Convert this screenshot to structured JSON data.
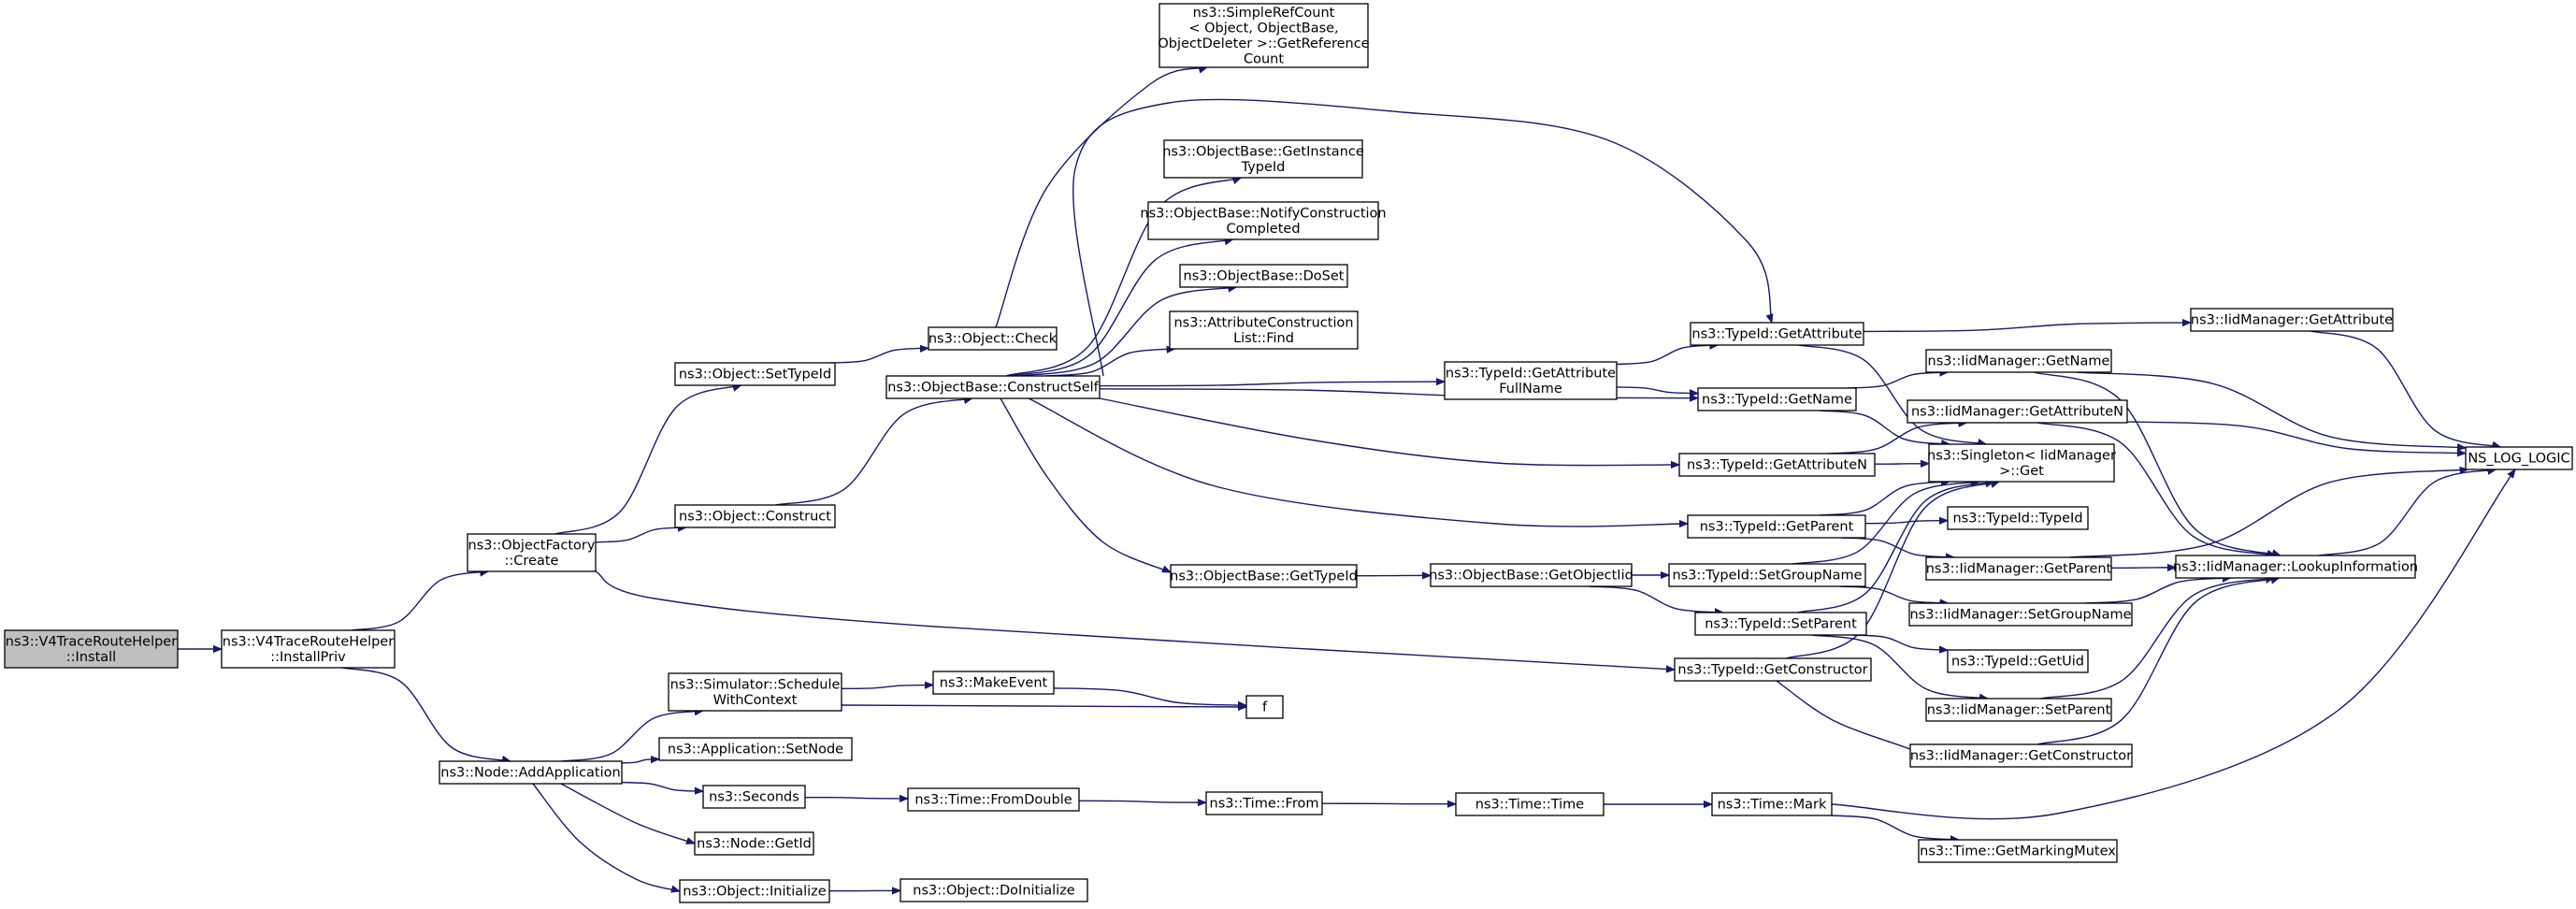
{
  "graph": {
    "colors": {
      "edge": "#191970",
      "node_border": "#000000",
      "root_fill": "#bfbfbf",
      "node_fill": "#ffffff"
    },
    "nodes": [
      {
        "id": "install",
        "lines": [
          "ns3::V4TraceRouteHelper",
          "::Install"
        ],
        "root": true
      },
      {
        "id": "installpriv",
        "lines": [
          "ns3::V4TraceRouteHelper",
          "::InstallPriv"
        ]
      },
      {
        "id": "factory_create",
        "lines": [
          "ns3::ObjectFactory",
          "::Create"
        ]
      },
      {
        "id": "addapp",
        "lines": [
          "ns3::Node::AddApplication"
        ]
      },
      {
        "id": "settypeid",
        "lines": [
          "ns3::Object::SetTypeId"
        ]
      },
      {
        "id": "obj_construct",
        "lines": [
          "ns3::Object::Construct"
        ]
      },
      {
        "id": "sched",
        "lines": [
          "ns3::Simulator::Schedule",
          "WithContext"
        ]
      },
      {
        "id": "setnode",
        "lines": [
          "ns3::Application::SetNode"
        ]
      },
      {
        "id": "seconds",
        "lines": [
          "ns3::Seconds"
        ]
      },
      {
        "id": "getid",
        "lines": [
          "ns3::Node::GetId"
        ]
      },
      {
        "id": "initialize",
        "lines": [
          "ns3::Object::Initialize"
        ]
      },
      {
        "id": "objcheck",
        "lines": [
          "ns3::Object::Check"
        ]
      },
      {
        "id": "constructself",
        "lines": [
          "ns3::ObjectBase::ConstructSelf"
        ]
      },
      {
        "id": "makeevent",
        "lines": [
          "ns3::MakeEvent"
        ]
      },
      {
        "id": "fromdouble",
        "lines": [
          "ns3::Time::FromDouble"
        ]
      },
      {
        "id": "doinitialize",
        "lines": [
          "ns3::Object::DoInitialize"
        ]
      },
      {
        "id": "simplerefcount",
        "lines": [
          "ns3::SimpleRefCount",
          "< Object, ObjectBase,",
          "ObjectDeleter >::GetReference",
          "Count"
        ]
      },
      {
        "id": "getinstancetypeid",
        "lines": [
          "ns3::ObjectBase::GetInstance",
          "TypeId"
        ]
      },
      {
        "id": "notifyconstruction",
        "lines": [
          "ns3::ObjectBase::NotifyConstruction",
          "Completed"
        ]
      },
      {
        "id": "doset",
        "lines": [
          "ns3::ObjectBase::DoSet"
        ]
      },
      {
        "id": "attrconstructionfind",
        "lines": [
          "ns3::AttributeConstruction",
          "List::Find"
        ]
      },
      {
        "id": "ob_gettypeid",
        "lines": [
          "ns3::ObjectBase::GetTypeId"
        ]
      },
      {
        "id": "getattributefullname",
        "lines": [
          "ns3::TypeId::GetAttribute",
          "FullName"
        ]
      },
      {
        "id": "getobjectiid",
        "lines": [
          "ns3::ObjectBase::GetObjectIid"
        ]
      },
      {
        "id": "f",
        "lines": [
          "f"
        ]
      },
      {
        "id": "timefrom",
        "lines": [
          "ns3::Time::From"
        ]
      },
      {
        "id": "tid_getattribute",
        "lines": [
          "ns3::TypeId::GetAttribute"
        ]
      },
      {
        "id": "tid_getname",
        "lines": [
          "ns3::TypeId::GetName"
        ]
      },
      {
        "id": "tid_getattributen",
        "lines": [
          "ns3::TypeId::GetAttributeN"
        ]
      },
      {
        "id": "tid_getparent",
        "lines": [
          "ns3::TypeId::GetParent"
        ]
      },
      {
        "id": "tid_setgroupname",
        "lines": [
          "ns3::TypeId::SetGroupName"
        ]
      },
      {
        "id": "tid_setparent",
        "lines": [
          "ns3::TypeId::SetParent"
        ]
      },
      {
        "id": "tid_getconstructor",
        "lines": [
          "ns3::TypeId::GetConstructor"
        ]
      },
      {
        "id": "timetime",
        "lines": [
          "ns3::Time::Time"
        ]
      },
      {
        "id": "singleton",
        "lines": [
          "ns3::Singleton< IidManager",
          ">::Get"
        ]
      },
      {
        "id": "iid_getname",
        "lines": [
          "ns3::IidManager::GetName"
        ]
      },
      {
        "id": "iid_getattributen",
        "lines": [
          "ns3::IidManager::GetAttributeN"
        ]
      },
      {
        "id": "tid_typeid",
        "lines": [
          "ns3::TypeId::TypeId"
        ]
      },
      {
        "id": "iid_getparent",
        "lines": [
          "ns3::IidManager::GetParent"
        ]
      },
      {
        "id": "iid_setgroupname",
        "lines": [
          "ns3::IidManager::SetGroupName"
        ]
      },
      {
        "id": "tid_getuid",
        "lines": [
          "ns3::TypeId::GetUid"
        ]
      },
      {
        "id": "iid_setparent",
        "lines": [
          "ns3::IidManager::SetParent"
        ]
      },
      {
        "id": "iid_getconstructor",
        "lines": [
          "ns3::IidManager::GetConstructor"
        ]
      },
      {
        "id": "timemark",
        "lines": [
          "ns3::Time::Mark"
        ]
      },
      {
        "id": "getmarkingmutex",
        "lines": [
          "ns3::Time::GetMarkingMutex"
        ]
      },
      {
        "id": "iid_getattribute",
        "lines": [
          "ns3::IidManager::GetAttribute"
        ]
      },
      {
        "id": "lookupinfo",
        "lines": [
          "ns3::IidManager::LookupInformation"
        ]
      },
      {
        "id": "nslog",
        "lines": [
          "NS_LOG_LOGIC"
        ]
      }
    ],
    "edges": [
      [
        "install",
        "installpriv"
      ],
      [
        "installpriv",
        "factory_create"
      ],
      [
        "installpriv",
        "addapp"
      ],
      [
        "factory_create",
        "settypeid"
      ],
      [
        "factory_create",
        "obj_construct"
      ],
      [
        "factory_create",
        "tid_getconstructor"
      ],
      [
        "settypeid",
        "objcheck"
      ],
      [
        "objcheck",
        "simplerefcount"
      ],
      [
        "obj_construct",
        "constructself"
      ],
      [
        "constructself",
        "getinstancetypeid"
      ],
      [
        "constructself",
        "notifyconstruction"
      ],
      [
        "constructself",
        "doset"
      ],
      [
        "constructself",
        "attrconstructionfind"
      ],
      [
        "constructself",
        "tid_getattribute"
      ],
      [
        "constructself",
        "getattributefullname"
      ],
      [
        "constructself",
        "tid_getname"
      ],
      [
        "constructself",
        "tid_getattributen"
      ],
      [
        "constructself",
        "tid_getparent"
      ],
      [
        "constructself",
        "ob_gettypeid"
      ],
      [
        "ob_gettypeid",
        "getobjectiid"
      ],
      [
        "getobjectiid",
        "tid_setgroupname"
      ],
      [
        "getobjectiid",
        "tid_setparent"
      ],
      [
        "getattributefullname",
        "tid_getattribute"
      ],
      [
        "getattributefullname",
        "tid_getname"
      ],
      [
        "tid_getattribute",
        "iid_getattribute"
      ],
      [
        "tid_getattribute",
        "singleton"
      ],
      [
        "tid_getname",
        "iid_getname"
      ],
      [
        "tid_getname",
        "singleton"
      ],
      [
        "tid_getattributen",
        "iid_getattributen"
      ],
      [
        "tid_getattributen",
        "singleton"
      ],
      [
        "tid_getparent",
        "singleton"
      ],
      [
        "tid_getparent",
        "tid_typeid"
      ],
      [
        "tid_getparent",
        "iid_getparent"
      ],
      [
        "tid_setgroupname",
        "singleton"
      ],
      [
        "tid_setgroupname",
        "iid_setgroupname"
      ],
      [
        "tid_setparent",
        "singleton"
      ],
      [
        "tid_setparent",
        "tid_getuid"
      ],
      [
        "tid_setparent",
        "iid_setparent"
      ],
      [
        "tid_getconstructor",
        "singleton"
      ],
      [
        "tid_getconstructor",
        "iid_getconstructor"
      ],
      [
        "iid_getattribute",
        "nslog"
      ],
      [
        "iid_getname",
        "nslog"
      ],
      [
        "iid_getname",
        "lookupinfo"
      ],
      [
        "iid_getattributen",
        "nslog"
      ],
      [
        "iid_getattributen",
        "lookupinfo"
      ],
      [
        "iid_getparent",
        "nslog"
      ],
      [
        "iid_getparent",
        "lookupinfo"
      ],
      [
        "iid_setgroupname",
        "lookupinfo"
      ],
      [
        "iid_setparent",
        "lookupinfo"
      ],
      [
        "iid_getconstructor",
        "lookupinfo"
      ],
      [
        "lookupinfo",
        "nslog"
      ],
      [
        "addapp",
        "sched"
      ],
      [
        "addapp",
        "setnode"
      ],
      [
        "addapp",
        "seconds"
      ],
      [
        "addapp",
        "getid"
      ],
      [
        "addapp",
        "initialize"
      ],
      [
        "sched",
        "makeevent"
      ],
      [
        "sched",
        "f"
      ],
      [
        "makeevent",
        "f"
      ],
      [
        "seconds",
        "fromdouble"
      ],
      [
        "fromdouble",
        "timefrom"
      ],
      [
        "timefrom",
        "timetime"
      ],
      [
        "timetime",
        "timemark"
      ],
      [
        "timemark",
        "getmarkingmutex"
      ],
      [
        "timemark",
        "nslog"
      ],
      [
        "initialize",
        "doinitialize"
      ]
    ]
  }
}
